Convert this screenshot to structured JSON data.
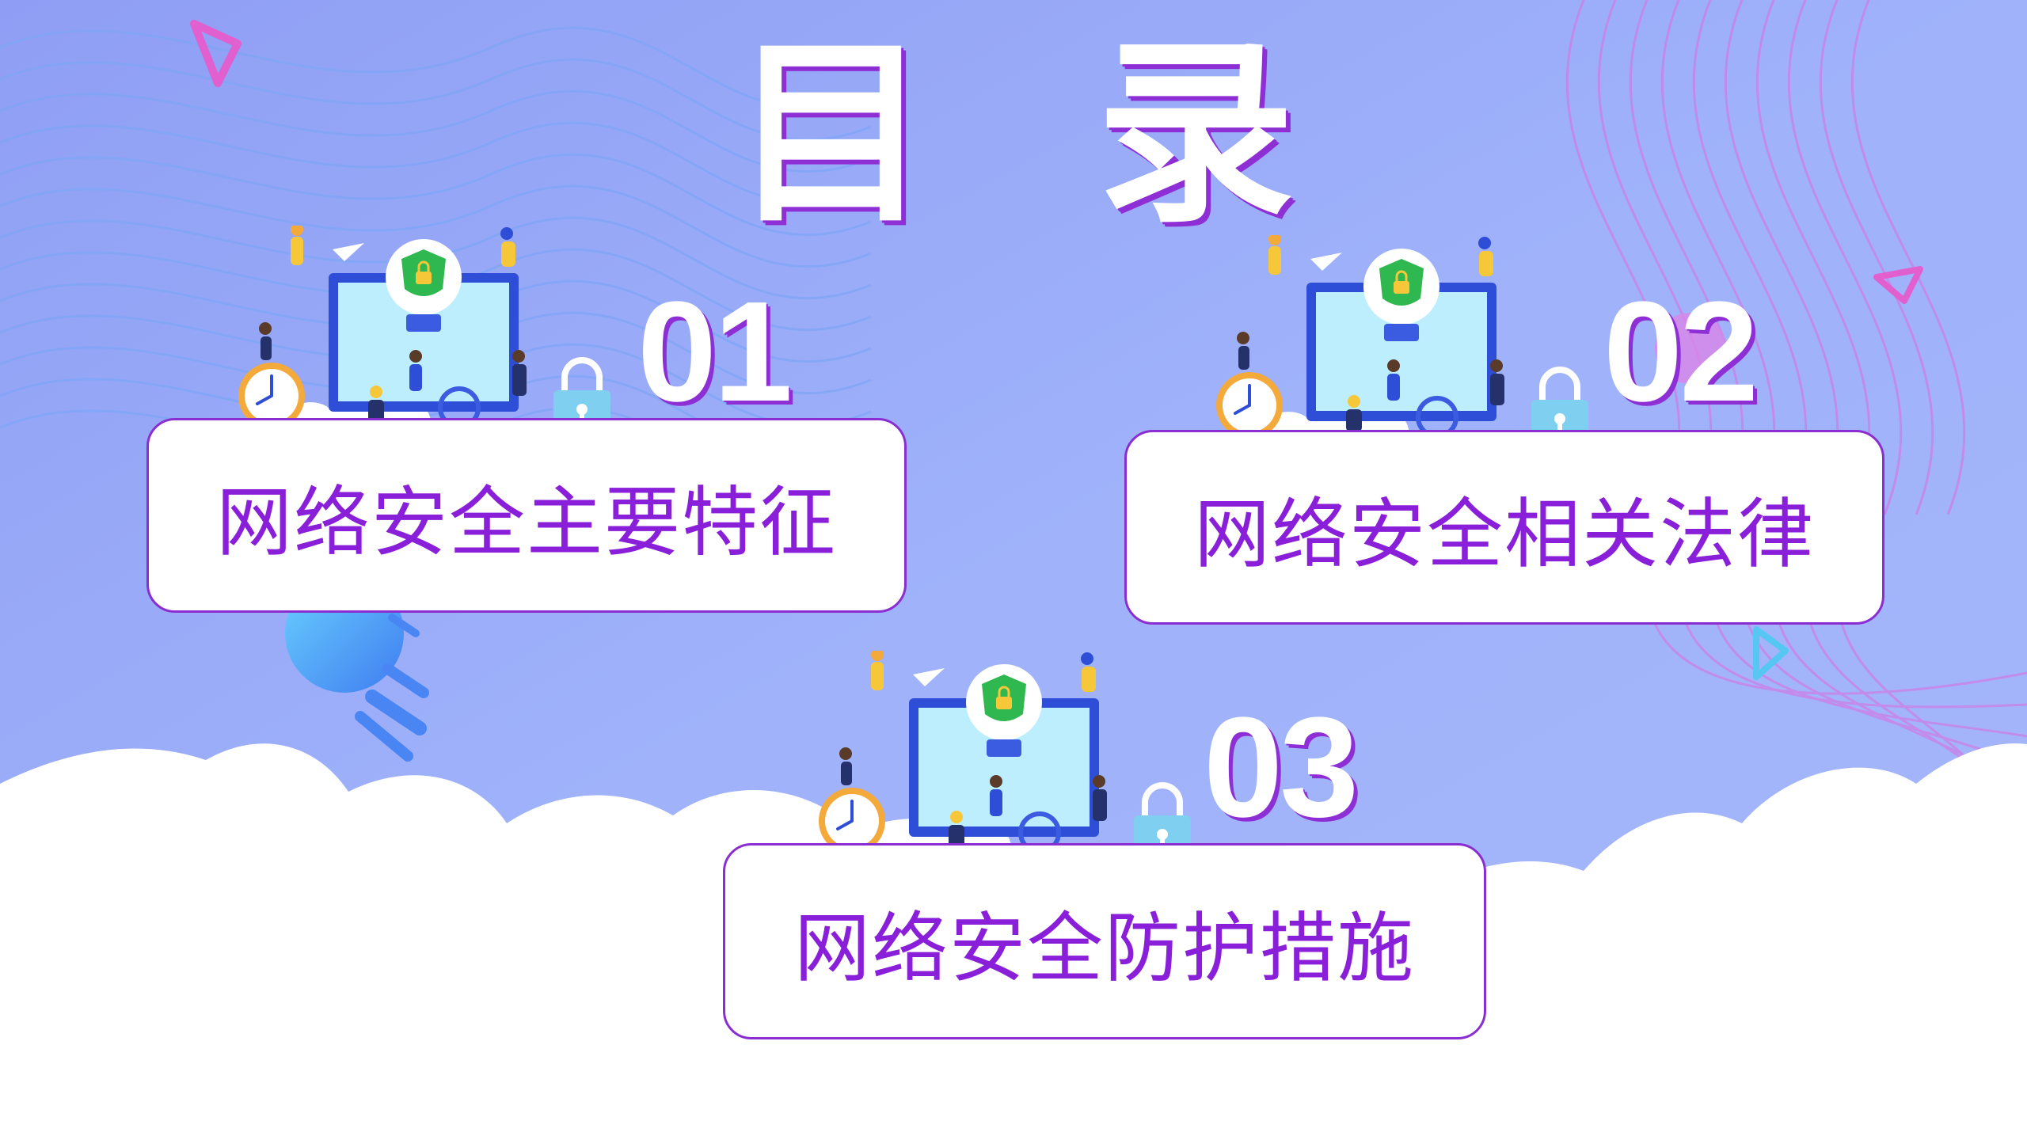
{
  "title": {
    "char1": "目",
    "char2": "录"
  },
  "items": [
    {
      "number": "01",
      "label": "网络安全主要特征"
    },
    {
      "number": "02",
      "label": "网络安全相关法律"
    },
    {
      "number": "03",
      "label": "网络安全防护措施"
    }
  ],
  "colors": {
    "background": "#9aaef7",
    "accent_purple": "#8a1fd9",
    "card_border": "#8a2ed2",
    "cloud": "#ffffff",
    "monitor_blue": "#2f4ed8",
    "shield_green": "#2fb84f",
    "lock_blue": "#7fd0f0",
    "clock_orange": "#f4a93b"
  },
  "icons": [
    "shield-lock-icon",
    "lightbulb-icon",
    "padlock-icon",
    "clock-icon",
    "magnifier-icon",
    "paper-plane-icon"
  ]
}
